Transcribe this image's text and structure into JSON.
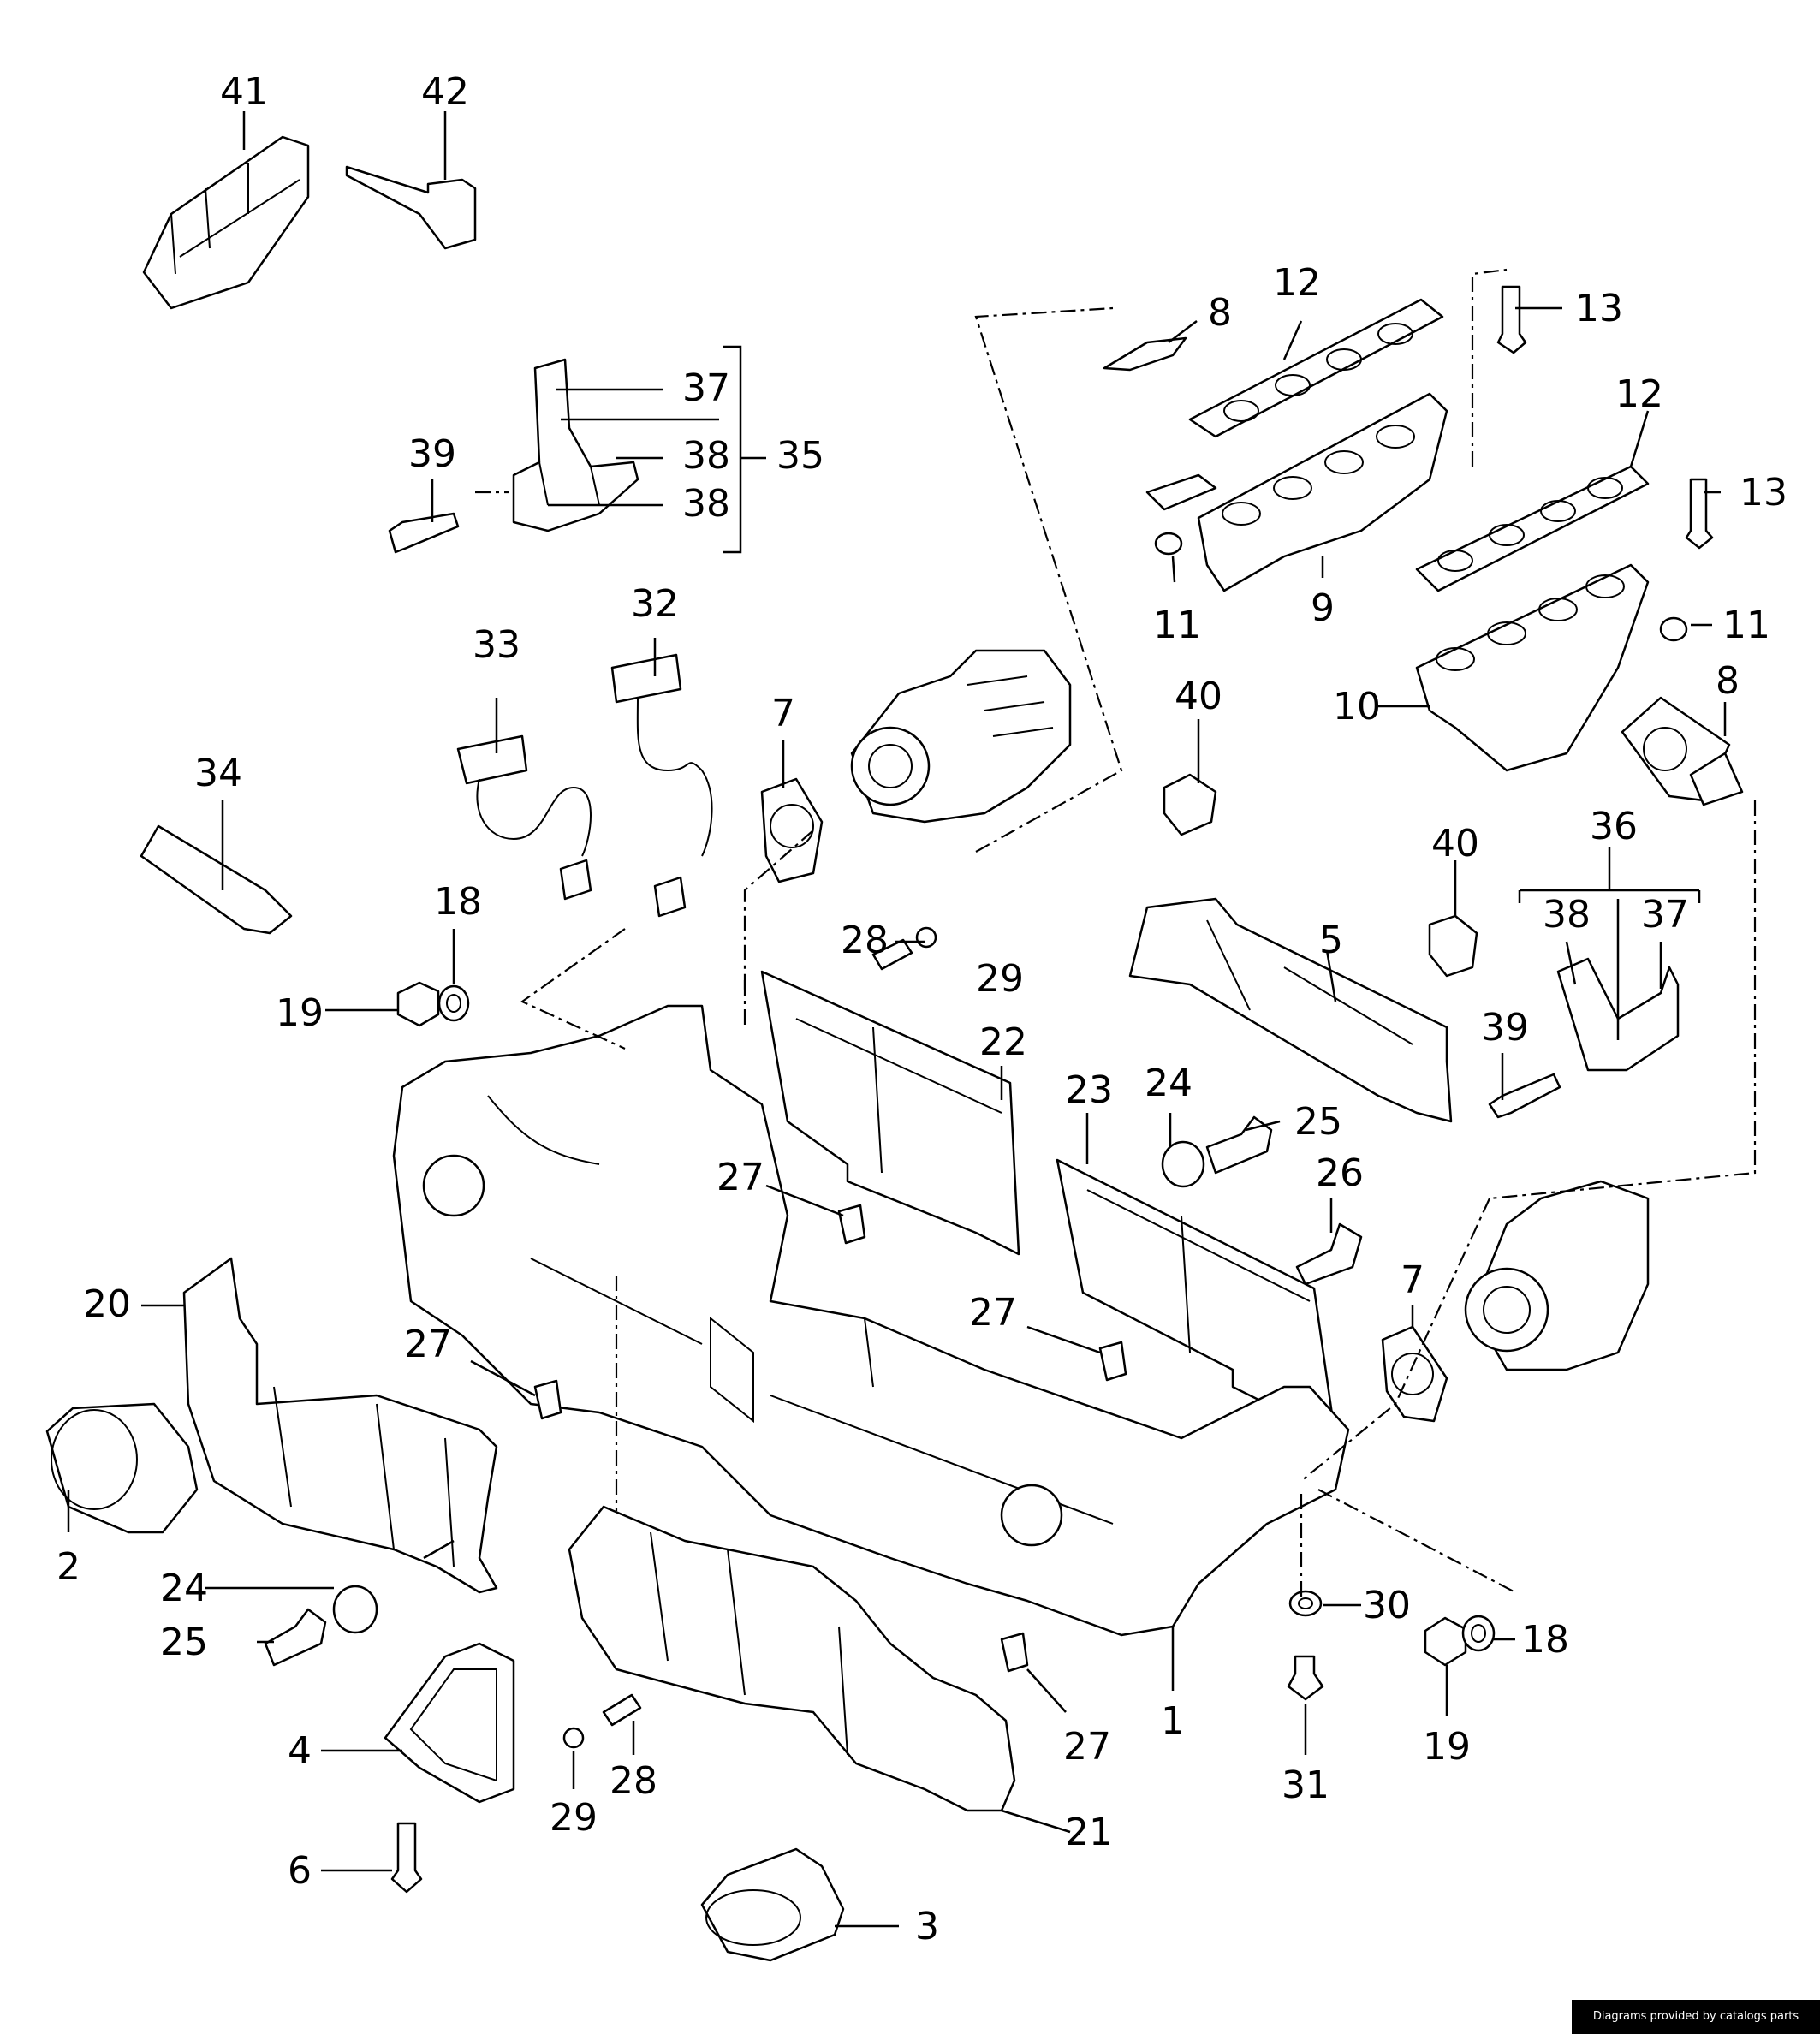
{
  "callouts": {
    "c41": "41",
    "c42": "42",
    "c8a": "8",
    "c12a": "12",
    "c13a": "13",
    "c37a": "37",
    "c38a": "38",
    "c35": "35",
    "c38b": "38",
    "c39a": "39",
    "c12b": "12",
    "c13b": "13",
    "c11a": "11",
    "c9": "9",
    "c11b": "11",
    "c32": "32",
    "c33": "33",
    "c7a": "7",
    "c40a": "40",
    "c10": "10",
    "c8b": "8",
    "c34": "34",
    "c36": "36",
    "c40b": "40",
    "c18a": "18",
    "c28a": "28",
    "c29a": "29",
    "c5": "5",
    "c38c": "38",
    "c37b": "37",
    "c19a": "19",
    "c22": "22",
    "c39b": "39",
    "c23": "23",
    "c24a": "24",
    "c25a": "25",
    "c27a": "27",
    "c26": "26",
    "c20": "20",
    "c7b": "7",
    "c27b": "27",
    "c27c": "27",
    "c2": "2",
    "c24b": "24",
    "c25b": "25",
    "c30": "30",
    "c18b": "18",
    "c1": "1",
    "c27d": "27",
    "c4": "4",
    "c31": "31",
    "c19b": "19",
    "c29b": "29",
    "c28b": "28",
    "c21": "21",
    "c6": "6",
    "c3": "3"
  },
  "footer": {
    "credit": "Diagrams provided by catalogs parts"
  }
}
